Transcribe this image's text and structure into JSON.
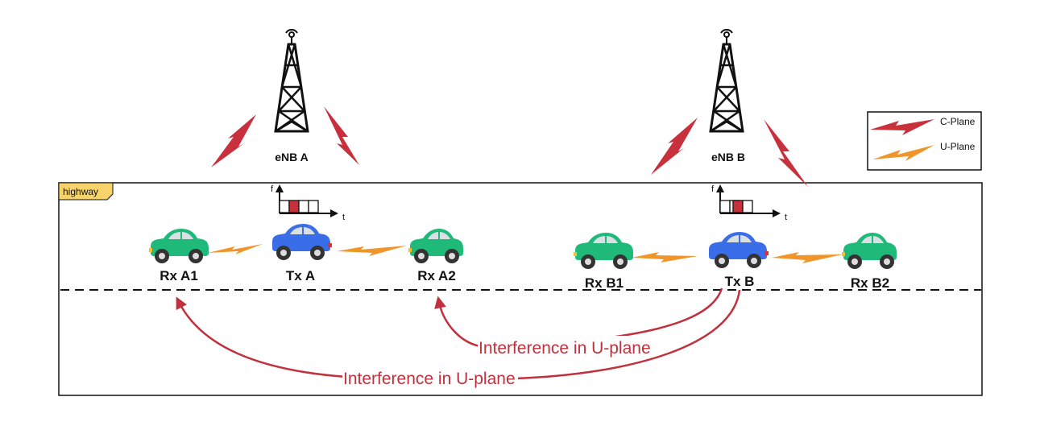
{
  "stations": [
    {
      "label": "eNB A"
    },
    {
      "label": "eNB B"
    }
  ],
  "highway_tag": "highway",
  "cars": [
    {
      "label": "Rx A1",
      "role": "rx",
      "color": "#1fb97a"
    },
    {
      "label": "Tx A",
      "role": "tx",
      "color": "#3a6ee8"
    },
    {
      "label": "Rx A2",
      "role": "rx",
      "color": "#1fb97a"
    },
    {
      "label": "Rx B1",
      "role": "rx",
      "color": "#1fb97a"
    },
    {
      "label": "Tx B",
      "role": "tx",
      "color": "#3a6ee8"
    },
    {
      "label": "Rx B2",
      "role": "rx",
      "color": "#1fb97a"
    }
  ],
  "resource_grid": {
    "axis_f": "f",
    "axis_t": "t",
    "highlight_color": "#c8303c"
  },
  "interference": [
    {
      "label": "Interference in U-plane"
    },
    {
      "label": "Interference in U-plane"
    }
  ],
  "legend": {
    "items": [
      {
        "label": "C-Plane",
        "color": "#c8303c"
      },
      {
        "label": "U-Plane",
        "color": "#f0952a"
      }
    ]
  },
  "colors": {
    "c_plane": "#c8303c",
    "u_plane": "#f0952a",
    "interference": "#c0313d",
    "highway_tag_fill": "#f7d36b"
  }
}
